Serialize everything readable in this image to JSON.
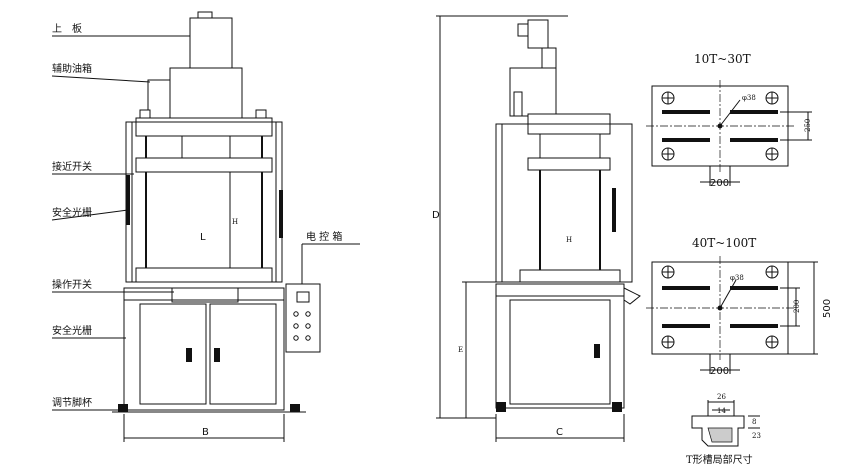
{
  "front_view": {
    "labels": {
      "top_plate": "上　板",
      "aux_tank": "辅助油箱",
      "proximity_switch": "接近开关",
      "safety_grating_upper": "安全光栅",
      "electric_box": "电 控 箱",
      "operation_switch": "操作开关",
      "safety_grating_lower": "安全光栅",
      "adjust_foot": "调节脚杯"
    },
    "dims": {
      "width": "B",
      "inner_width": "L",
      "inner_height": "H"
    }
  },
  "side_view": {
    "dims": {
      "depth": "C",
      "total_height": "D",
      "table_height": "E",
      "inner_height": "H"
    }
  },
  "plate_small": {
    "title": "10T~30T",
    "hole": "φ38",
    "slot_pitch": "250",
    "width_dim": "200"
  },
  "plate_large": {
    "title": "40T~100T",
    "hole": "φ38",
    "slot_pitch": "200",
    "height_dim": "500",
    "width_dim": "200"
  },
  "t_slot": {
    "caption": "T形槽局部尺寸",
    "dim_top": "26",
    "dim_mid": "14",
    "dim_right_a": "8",
    "dim_right_b": "23"
  }
}
